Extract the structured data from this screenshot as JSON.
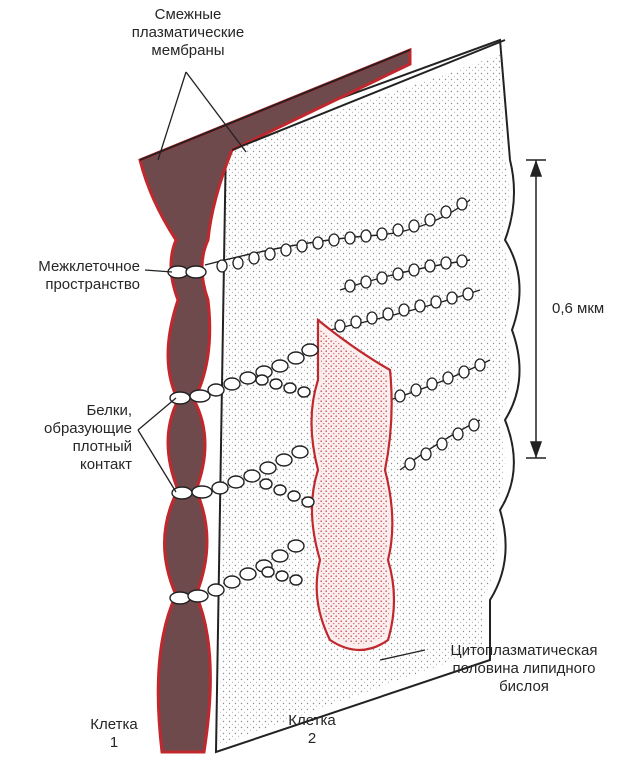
{
  "labels": {
    "adjacent_membranes": [
      "Смежные",
      "плазматические",
      "мембраны"
    ],
    "intercellular_space": [
      "Межклеточное",
      "пространство"
    ],
    "proteins": [
      "Белки,",
      "образующие",
      "плотный",
      "контакт"
    ],
    "scale": "0,6 мкм",
    "cytoplasmic_half": [
      "Цитоплазматическая",
      "половина липидного",
      "бислоя"
    ],
    "cell1": [
      "Клетка",
      "1"
    ],
    "cell2": [
      "Клетка",
      "2"
    ]
  },
  "colors": {
    "membrane_fill": "#6e4a4c",
    "membrane_edge": "#c0282e",
    "stipple": "#222222",
    "stipple_red": "#c0282e"
  }
}
